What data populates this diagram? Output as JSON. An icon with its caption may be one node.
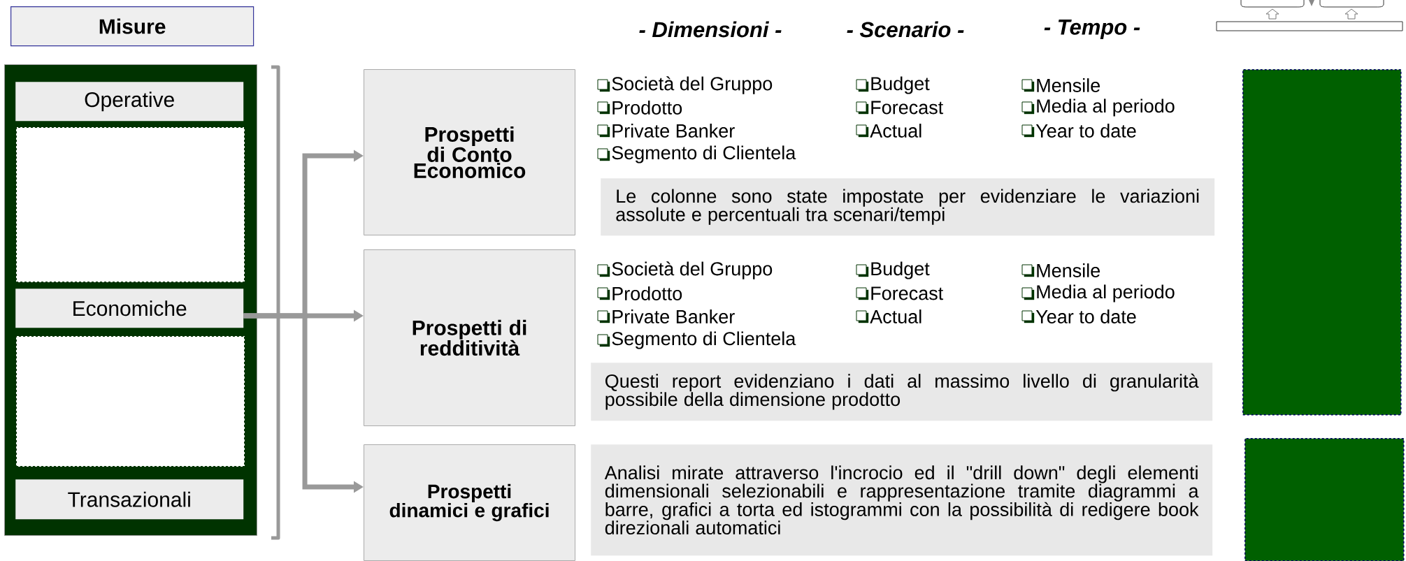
{
  "diagram": {
    "nodes": [
      {
        "text": [
          "Misure"
        ]
      },
      {
        "text": [],
        "shape": "box"
      },
      {
        "text": [
          "Operative"
        ],
        "in": 1
      },
      {
        "text": [],
        "shape": "box",
        "in": 1
      },
      {
        "text": [
          "Economiche"
        ],
        "in": 1
      },
      {
        "text": [],
        "shape": "box",
        "in": 1
      },
      {
        "text": [
          "Transazionali"
        ],
        "in": 1
      },
      {
        "text": [
          "Prospetti di Conto Economico"
        ]
      },
      {
        "text": [
          "Le colonne sono state impostate per evidenziare le variazioni assolute e percentuali tra scenari/tempi"
        ]
      },
      {
        "text": [],
        "shape": "box"
      },
      {
        "text": [
          "Prospetti di redditività"
        ]
      },
      {
        "text": [
          "Questi report evidenziano i dati al massimo livello di granularità possibile della dimensione prodotto"
        ]
      },
      {
        "text": [
          "Prospetti dinamici e grafici"
        ]
      },
      {
        "text": [
          "Analisi mirate attraverso l'incrocio ed il \"drill down\" degli elementi dimensionali selezionabili e rappresentazione tramite diagrammi a barre, grafici a torta ed istogrammi con la possibilità di redigere book direzionali automatici"
        ]
      },
      {
        "text": [],
        "shape": "box"
      }
    ],
    "edges": [
      {
        "from": 4,
        "to": 7,
        "arrow": "to"
      },
      {
        "from": 4,
        "to": 10,
        "arrow": "to"
      },
      {
        "from": 4,
        "to": 12,
        "arrow": "to"
      }
    ],
    "labels": [
      "- Dimensioni -",
      "- Scenario -",
      "- Tempo -",
      "Società del Gruppo",
      "Budget",
      "Mensile",
      "Prodotto",
      "Forecast",
      "Media al periodo",
      "Private Banker",
      "Actual",
      "Year to date",
      "Segmento di Clientela",
      "Società del Gruppo",
      "Budget",
      "Mensile",
      "Prodotto",
      "Forecast",
      "Media al periodo",
      "Private Banker",
      "Actual",
      "Year to date",
      "Segmento di Clientela"
    ]
  }
}
